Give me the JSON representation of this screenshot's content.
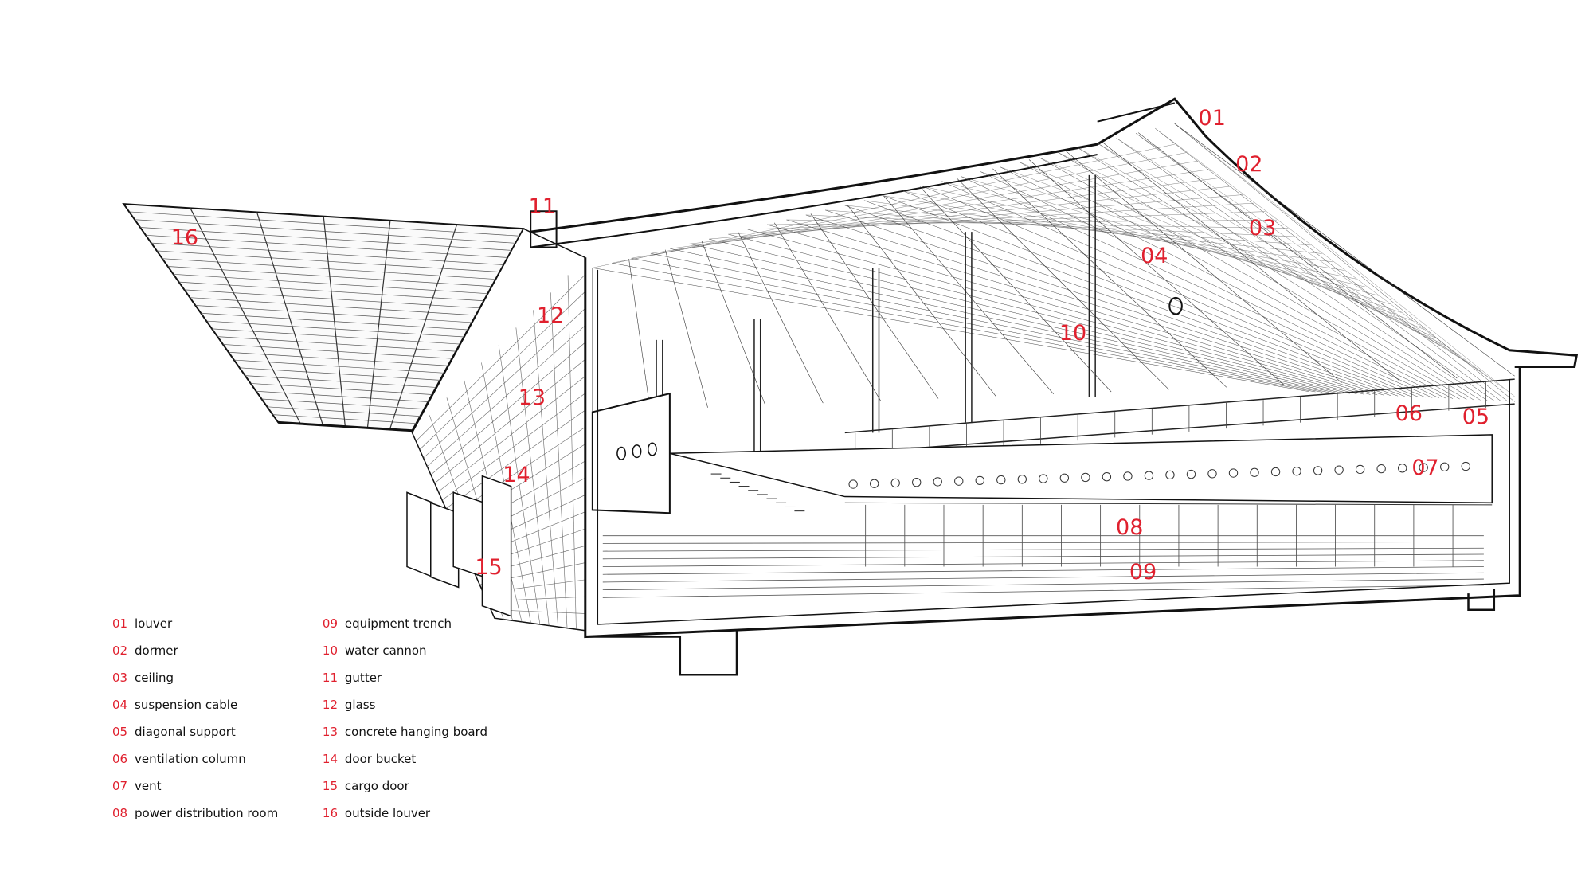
{
  "diagram": {
    "callouts": [
      {
        "num": "01"
      },
      {
        "num": "02"
      },
      {
        "num": "03"
      },
      {
        "num": "04"
      },
      {
        "num": "05"
      },
      {
        "num": "06"
      },
      {
        "num": "07"
      },
      {
        "num": "08"
      },
      {
        "num": "09"
      },
      {
        "num": "10"
      },
      {
        "num": "11"
      },
      {
        "num": "12"
      },
      {
        "num": "13"
      },
      {
        "num": "14"
      },
      {
        "num": "15"
      },
      {
        "num": "16"
      }
    ],
    "colors": {
      "accent": "#e0202e",
      "line": "#111111",
      "background": "#ffffff"
    }
  },
  "legend": {
    "items": [
      {
        "num": "01",
        "label": "louver"
      },
      {
        "num": "02",
        "label": "dormer"
      },
      {
        "num": "03",
        "label": "ceiling"
      },
      {
        "num": "04",
        "label": "suspension cable"
      },
      {
        "num": "05",
        "label": "diagonal support"
      },
      {
        "num": "06",
        "label": "ventilation column"
      },
      {
        "num": "07",
        "label": "vent"
      },
      {
        "num": "08",
        "label": "power distribution room"
      },
      {
        "num": "09",
        "label": "equipment trench"
      },
      {
        "num": "10",
        "label": "water cannon"
      },
      {
        "num": "11",
        "label": "gutter"
      },
      {
        "num": "12",
        "label": "glass"
      },
      {
        "num": "13",
        "label": "concrete hanging board"
      },
      {
        "num": "14",
        "label": "door bucket"
      },
      {
        "num": "15",
        "label": "cargo door"
      },
      {
        "num": "16",
        "label": "outside louver"
      }
    ]
  }
}
